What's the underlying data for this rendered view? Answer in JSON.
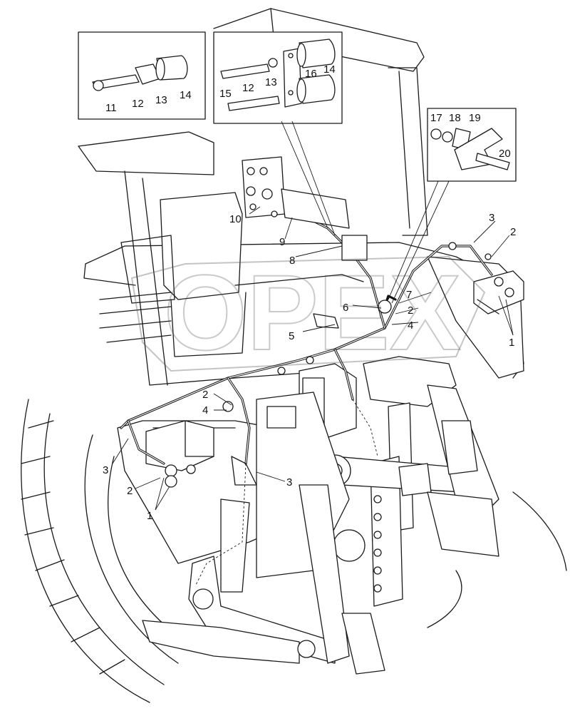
{
  "watermark": "OPEX",
  "callouts": [
    {
      "id": "c11",
      "text": "11"
    },
    {
      "id": "c12a",
      "text": "12"
    },
    {
      "id": "c13a",
      "text": "13"
    },
    {
      "id": "c14a",
      "text": "14"
    },
    {
      "id": "c15",
      "text": "15"
    },
    {
      "id": "c12b",
      "text": "12"
    },
    {
      "id": "c13b",
      "text": "13"
    },
    {
      "id": "c16",
      "text": "16"
    },
    {
      "id": "c14b",
      "text": "14"
    },
    {
      "id": "c17",
      "text": "17"
    },
    {
      "id": "c18",
      "text": "18"
    },
    {
      "id": "c19",
      "text": "19"
    },
    {
      "id": "c20",
      "text": "20"
    },
    {
      "id": "c10",
      "text": "10"
    },
    {
      "id": "c9",
      "text": "9"
    },
    {
      "id": "c8",
      "text": "8"
    },
    {
      "id": "c3a",
      "text": "3"
    },
    {
      "id": "c2a",
      "text": "2"
    },
    {
      "id": "c1a",
      "text": "1"
    },
    {
      "id": "c7",
      "text": "7"
    },
    {
      "id": "c6",
      "text": "6"
    },
    {
      "id": "c2b",
      "text": "2"
    },
    {
      "id": "c4a",
      "text": "4"
    },
    {
      "id": "c5",
      "text": "5"
    },
    {
      "id": "c2c",
      "text": "2"
    },
    {
      "id": "c4b",
      "text": "4"
    },
    {
      "id": "c3b",
      "text": "3"
    },
    {
      "id": "c2d",
      "text": "2"
    },
    {
      "id": "c1b",
      "text": "1"
    },
    {
      "id": "c3c",
      "text": "3"
    }
  ]
}
